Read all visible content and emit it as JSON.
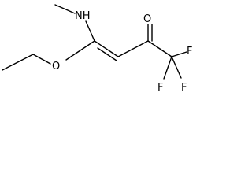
{
  "diagram": {
    "type": "chemical-structure",
    "atoms": {
      "nh": "NH",
      "o_ether": "O",
      "o_carbonyl": "O",
      "f1": "F",
      "f2": "F",
      "f3": "F"
    }
  }
}
